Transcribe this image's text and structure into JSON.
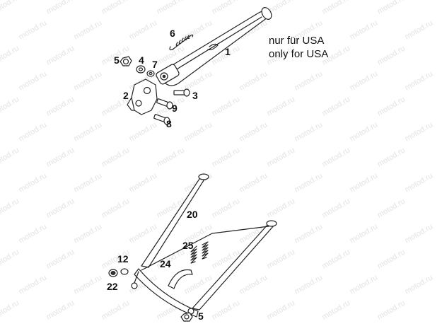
{
  "watermark": "motod.ru",
  "note": {
    "line1": "nur für USA",
    "line2": "only for USA"
  },
  "labels": {
    "p1": "1",
    "p2": "2",
    "p3": "3",
    "p4": "4",
    "p5a": "5",
    "p5b": "5",
    "p6": "6",
    "p7": "7",
    "p8": "8",
    "p9": "9",
    "p12": "12",
    "p20": "20",
    "p22": "22",
    "p24": "24",
    "p25": "25"
  }
}
